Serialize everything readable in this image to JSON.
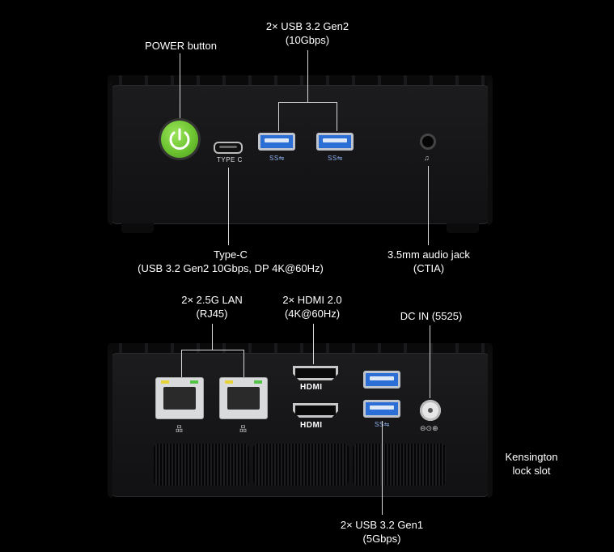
{
  "labels": {
    "power": "POWER button",
    "usb_gen2_line1": "2× USB 3.2 Gen2",
    "usb_gen2_line2": "(10Gbps)",
    "typec_line1": "Type-C",
    "typec_line2": "(USB 3.2 Gen2 10Gbps,  DP 4K@60Hz)",
    "audio_line1": "3.5mm audio jack",
    "audio_line2": "(CTIA)",
    "lan_line1": "2× 2.5G LAN",
    "lan_line2": "(RJ45)",
    "hdmi_line1": "2× HDMI 2.0",
    "hdmi_line2": "(4K@60Hz)",
    "dcin": "DC IN (5525)",
    "kensington_line1": "Kensington",
    "kensington_line2": "lock slot",
    "usb_gen1_line1": "2× USB 3.2 Gen1",
    "usb_gen1_line2": "(5Gbps)"
  },
  "port_marks": {
    "typec": "TYPE C",
    "ss_logo": "SS⇋",
    "hdmi_logo": "HDMI",
    "audio_symbol": "♫",
    "lan_symbol": "品",
    "dc_symbol": "⊖⊙⊕"
  },
  "colors": {
    "background": "#000000",
    "power_green": "#6cc330",
    "usb_blue": "#2b6fd6",
    "chassis": "#161618"
  }
}
